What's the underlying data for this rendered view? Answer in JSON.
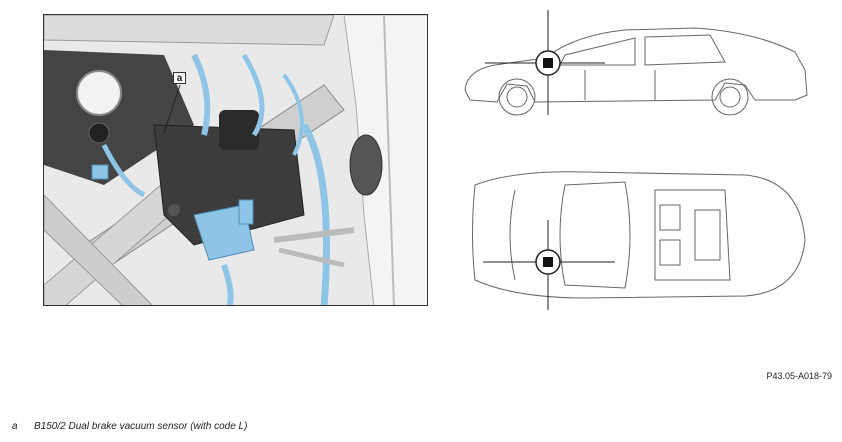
{
  "figure": {
    "callout_letter": "a",
    "document_code": "P43.05-A018-79"
  },
  "legend": [
    {
      "key": "a",
      "text": "B150/2 Dual brake vacuum sensor (with code L)"
    }
  ],
  "colors": {
    "component_blue": "#8ec5e6",
    "line_dark": "#333333",
    "photo_bg": "#e6e6e6"
  },
  "icons": {
    "location_marker": "crosshair-square-icon"
  }
}
